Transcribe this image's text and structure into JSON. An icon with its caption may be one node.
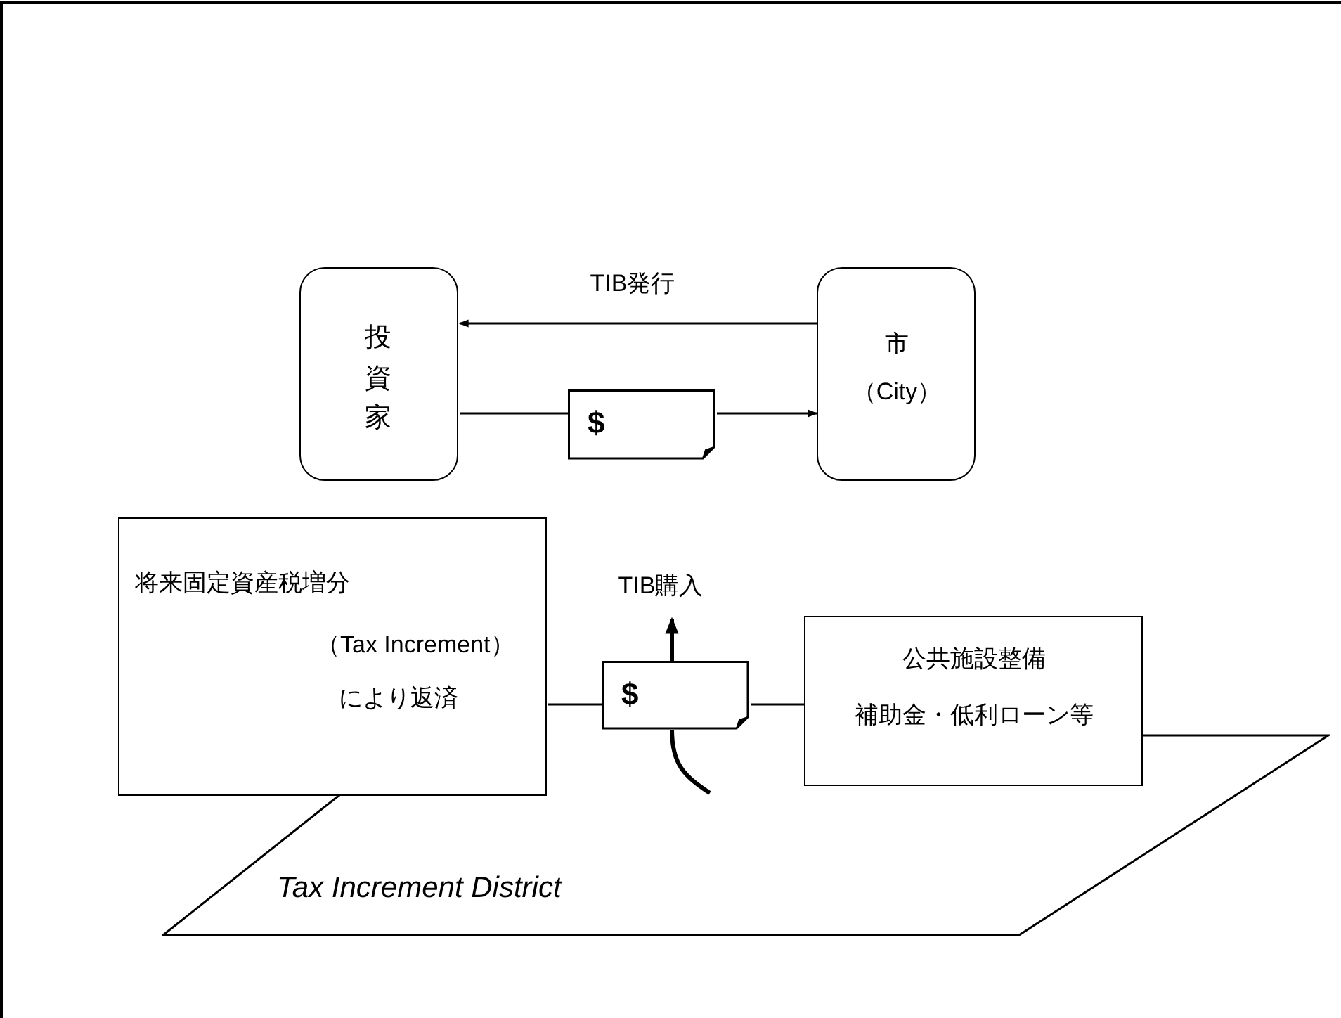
{
  "diagram": {
    "nodes": [
      {
        "text": [
          "投資家"
        ]
      },
      {
        "text": [
          "市",
          "（City）"
        ]
      },
      {
        "text": [
          "$"
        ]
      },
      {
        "text": [
          "Tax Increment District"
        ]
      },
      {
        "text": [
          "将来固定資産税増分",
          "（Tax Increment）",
          "により返済"
        ]
      },
      {
        "text": [
          "$"
        ]
      },
      {
        "text": [
          "公共施設整備",
          "補助金・低利ローン等"
        ]
      }
    ],
    "edges": [
      {
        "from": 1,
        "to": 0,
        "arrow": "to",
        "label": "TIB発行"
      },
      {
        "from": 0,
        "to": 2,
        "arrow": "none"
      },
      {
        "from": 2,
        "to": 1,
        "arrow": "to"
      },
      {
        "from": 4,
        "to": 5,
        "arrow": "none"
      },
      {
        "from": 5,
        "to": 6,
        "arrow": "none"
      },
      {
        "from": 3,
        "to": 5,
        "arrow": "none",
        "style": "thick"
      },
      {
        "from": 5,
        "to": null,
        "arrow": "to",
        "label": "TIB購入",
        "style": "thick"
      }
    ]
  }
}
